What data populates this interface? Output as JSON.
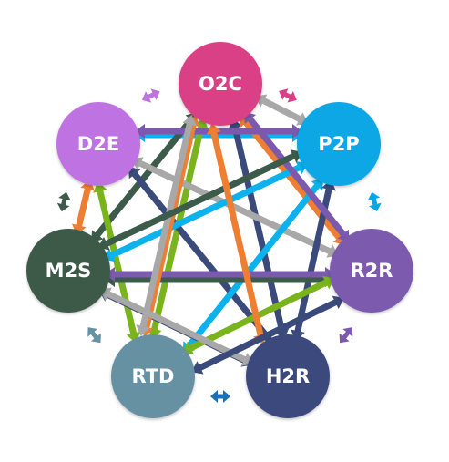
{
  "nodes": [
    {
      "id": "O2C",
      "label": "O2C",
      "color": "#DA3F86"
    },
    {
      "id": "P2P",
      "label": "P2P",
      "color": "#07A7E5"
    },
    {
      "id": "R2R",
      "label": "R2R",
      "color": "#7B5AAE"
    },
    {
      "id": "H2R",
      "label": "H2R",
      "color": "#3A4A7B"
    },
    {
      "id": "RTD",
      "label": "RTD",
      "color": "#6591A3"
    },
    {
      "id": "M2S",
      "label": "M2S",
      "color": "#3E5A4A"
    },
    {
      "id": "D2E",
      "label": "D2E",
      "color": "#BF73E3"
    }
  ],
  "edges": [
    {
      "from": "D2E",
      "to": "P2P",
      "color": "#0BB2EE",
      "end": "both"
    },
    {
      "from": "O2C",
      "to": "M2S",
      "color": "#3D5B4A",
      "end": "both"
    },
    {
      "from": "O2C",
      "to": "RTD",
      "color": "#79B41C",
      "end": "both"
    },
    {
      "from": "O2C",
      "to": "H2R",
      "color": "#3A4A7B",
      "end": "both"
    },
    {
      "from": "O2C",
      "to": "R2R",
      "color": "#EE7E32",
      "end": "both"
    },
    {
      "from": "D2E",
      "to": "H2R",
      "color": "#3A4A7B",
      "end": "both"
    },
    {
      "from": "D2E",
      "to": "R2R",
      "color": "#A8A8A8",
      "end": "both"
    },
    {
      "from": "D2E",
      "to": "RTD",
      "color": "#79B41C",
      "end": "both"
    },
    {
      "from": "P2P",
      "to": "M2S",
      "color": "#0BB2EE",
      "end": "both"
    },
    {
      "from": "P2P",
      "to": "D2E",
      "color": "#7B5AAE",
      "end": "both"
    },
    {
      "from": "P2P",
      "to": "RTD",
      "color": "#0BB2EE",
      "end": "both"
    },
    {
      "from": "P2P",
      "to": "H2R",
      "color": "#3A4A7B",
      "end": "both"
    },
    {
      "from": "M2S",
      "to": "R2R",
      "color": "#3D5B4A",
      "end": "both"
    },
    {
      "from": "M2S",
      "to": "R2R",
      "color": "#7B5AAE",
      "end": "both"
    },
    {
      "from": "M2S",
      "to": "H2R",
      "color": "#3A4A7B",
      "end": "both"
    },
    {
      "from": "RTD",
      "to": "R2R",
      "color": "#79B41C",
      "end": "both"
    },
    {
      "from": "D2E",
      "to": "M2S",
      "color": "#EE7E32",
      "end": "both"
    },
    {
      "from": "O2C",
      "to": "RTD",
      "color": "#EE7E32",
      "end": "both"
    },
    {
      "from": "O2C",
      "to": "P2P",
      "color": "#A8A8A8",
      "end": "both"
    },
    {
      "from": "O2C",
      "to": "RTD",
      "color": "#A8A8A8",
      "end": "both"
    },
    {
      "from": "O2C",
      "to": "R2R",
      "color": "#7B5AAE",
      "end": "both"
    },
    {
      "from": "P2P",
      "to": "M2S",
      "color": "#3D5B4A",
      "end": "both"
    },
    {
      "from": "O2C",
      "to": "H2R",
      "color": "#EE7E32",
      "end": "both"
    },
    {
      "from": "M2S",
      "to": "H2R",
      "color": "#A8A8A8",
      "end": "both"
    },
    {
      "from": "RTD",
      "to": "R2R",
      "color": "#3A4A7B",
      "end": "both"
    }
  ],
  "adjacent_arrows": [
    {
      "between": [
        "O2C",
        "P2P"
      ],
      "color": "#DA3F86"
    },
    {
      "between": [
        "P2P",
        "R2R"
      ],
      "color": "#07A7E5"
    },
    {
      "between": [
        "R2R",
        "H2R"
      ],
      "color": "#7B5AAE"
    },
    {
      "between": [
        "H2R",
        "RTD"
      ],
      "color": "#1E6FB7"
    },
    {
      "between": [
        "RTD",
        "M2S"
      ],
      "color": "#6591A3"
    },
    {
      "between": [
        "M2S",
        "D2E"
      ],
      "color": "#3E5A4A"
    },
    {
      "between": [
        "D2E",
        "O2C"
      ],
      "color": "#BF73E3"
    }
  ]
}
